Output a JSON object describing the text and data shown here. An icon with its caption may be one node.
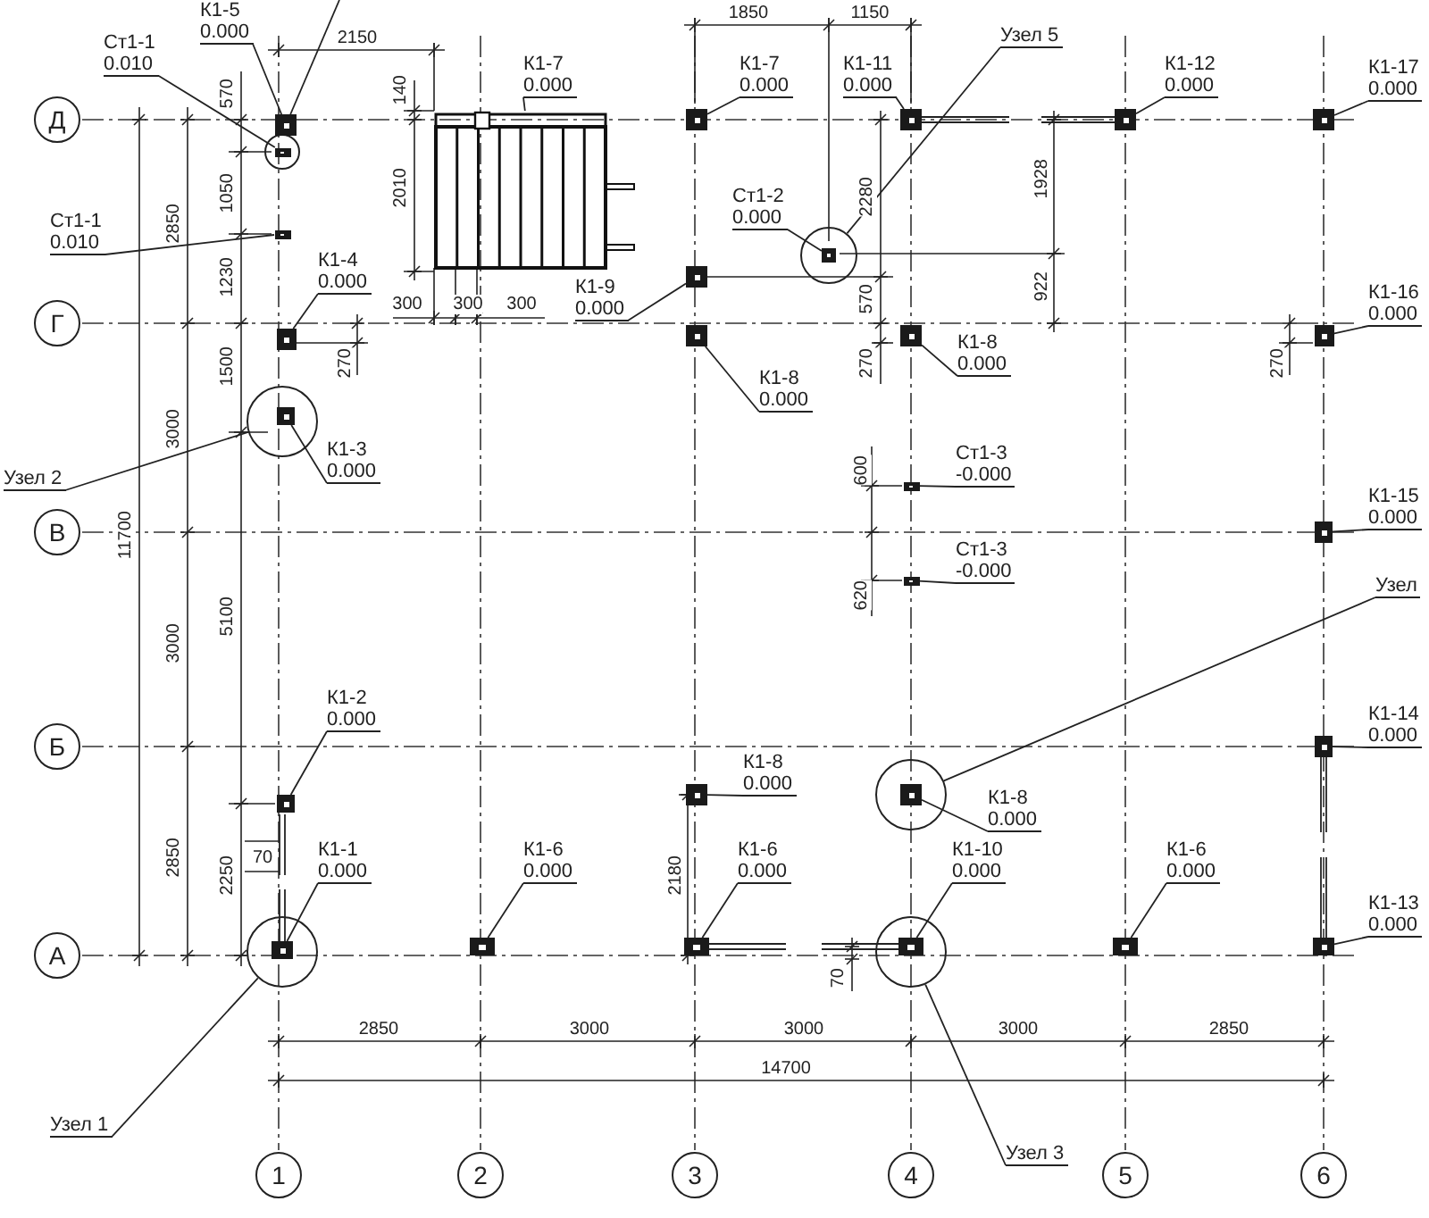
{
  "diagram": {
    "nodes": [
      {
        "text": [
          "Д"
        ]
      },
      {
        "text": [
          "Г"
        ]
      },
      {
        "text": [
          "В"
        ]
      },
      {
        "text": [
          "Б"
        ]
      },
      {
        "text": [
          "А"
        ]
      },
      {
        "text": [
          "1"
        ]
      },
      {
        "text": [
          "2"
        ]
      },
      {
        "text": [
          "3"
        ]
      },
      {
        "text": [
          "4"
        ]
      },
      {
        "text": [
          "5"
        ]
      },
      {
        "text": [
          "6"
        ]
      },
      {
        "text": [
          "К1-5",
          "0.000"
        ]
      },
      {
        "text": [],
        "shape": "box"
      },
      {
        "text": [
          "Узел 5"
        ]
      },
      {
        "text": [],
        "shape": "circle"
      },
      {
        "text": [],
        "shape": "box",
        "in": 14
      },
      {
        "text": [
          "К1-7",
          "0.000"
        ]
      },
      {
        "text": [],
        "shape": "box"
      },
      {
        "text": [
          "К1-11",
          "0.000"
        ]
      },
      {
        "text": [],
        "shape": "box"
      },
      {
        "text": [
          "К1-12",
          "0.000"
        ]
      },
      {
        "text": [],
        "shape": "box"
      },
      {
        "text": [
          "К1-7",
          "0.000"
        ]
      },
      {
        "text": [],
        "shape": "box"
      },
      {
        "text": [
          "К1-17",
          "0.000"
        ]
      },
      {
        "text": [],
        "shape": "box"
      },
      {
        "text": [
          "Ст1-1",
          "0.010"
        ]
      },
      {
        "text": [],
        "shape": "circle"
      },
      {
        "text": [],
        "shape": "box",
        "in": 27
      },
      {
        "text": [
          "Ст1-1",
          "0.010"
        ]
      },
      {
        "text": [],
        "shape": "box"
      },
      {
        "text": [
          "Ст1-2",
          "0.000"
        ]
      },
      {
        "text": [
          "К1-4",
          "0.000"
        ]
      },
      {
        "text": [],
        "shape": "box"
      },
      {
        "text": [
          "К1-9",
          "0.000"
        ]
      },
      {
        "text": [],
        "shape": "box"
      },
      {
        "text": [
          "К1-16",
          "0.000"
        ]
      },
      {
        "text": [],
        "shape": "box"
      },
      {
        "text": [
          "К1-8",
          "0.000"
        ]
      },
      {
        "text": [],
        "shape": "box"
      },
      {
        "text": [
          "К1-8",
          "0.000"
        ]
      },
      {
        "text": [],
        "shape": "box"
      },
      {
        "text": [
          "К1-3",
          "0.000"
        ]
      },
      {
        "text": [],
        "shape": "circle"
      },
      {
        "text": [],
        "shape": "box",
        "in": 43
      },
      {
        "text": [
          "Узел 2"
        ]
      },
      {
        "text": [
          "Ст1-3",
          "-0.000"
        ]
      },
      {
        "text": [],
        "shape": "box"
      },
      {
        "text": [
          "К1-15",
          "0.000"
        ]
      },
      {
        "text": [],
        "shape": "box"
      },
      {
        "text": [
          "Ст1-3",
          "-0.000"
        ]
      },
      {
        "text": [],
        "shape": "box"
      },
      {
        "text": [
          "Узел"
        ]
      },
      {
        "text": [],
        "shape": "circle"
      },
      {
        "text": [],
        "shape": "box",
        "in": 53
      },
      {
        "text": [
          "К1-2",
          "0.000"
        ]
      },
      {
        "text": [],
        "shape": "box"
      },
      {
        "text": [
          "К1-14",
          "0.000"
        ]
      },
      {
        "text": [],
        "shape": "box"
      },
      {
        "text": [
          "К1-8",
          "0.000"
        ]
      },
      {
        "text": [],
        "shape": "box"
      },
      {
        "text": [
          "К1-8",
          "0.000"
        ]
      },
      {
        "text": [
          "К1-1",
          "0.000"
        ]
      },
      {
        "text": [],
        "shape": "circle"
      },
      {
        "text": [],
        "shape": "box",
        "in": 63
      },
      {
        "text": [
          "К1-6",
          "0.000"
        ]
      },
      {
        "text": [],
        "shape": "box"
      },
      {
        "text": [
          "К1-6",
          "0.000"
        ]
      },
      {
        "text": [],
        "shape": "box"
      },
      {
        "text": [
          "К1-10",
          "0.000"
        ]
      },
      {
        "text": [],
        "shape": "circle"
      },
      {
        "text": [],
        "shape": "box",
        "in": 70
      },
      {
        "text": [
          "К1-6",
          "0.000"
        ]
      },
      {
        "text": [],
        "shape": "box"
      },
      {
        "text": [
          "К1-13",
          "0.000"
        ]
      },
      {
        "text": [],
        "shape": "box"
      },
      {
        "text": [
          "Узел 1"
        ]
      },
      {
        "text": [
          "Узел 3"
        ]
      }
    ],
    "edges": [
      {
        "from": 11,
        "to": 12,
        "arrow": "none"
      },
      {
        "from": null,
        "to": 12,
        "arrow": "none"
      },
      {
        "from": 13,
        "to": 14,
        "arrow": "none"
      },
      {
        "from": 16,
        "to": 17,
        "arrow": "none"
      },
      {
        "from": 18,
        "to": 19,
        "arrow": "none"
      },
      {
        "from": 20,
        "to": 21,
        "arrow": "none"
      },
      {
        "from": 22,
        "to": 23,
        "arrow": "none"
      },
      {
        "from": 24,
        "to": 25,
        "arrow": "none"
      },
      {
        "from": 26,
        "to": 28,
        "arrow": "none"
      },
      {
        "from": 29,
        "to": 30,
        "arrow": "none"
      },
      {
        "from": 31,
        "to": 15,
        "arrow": "none"
      },
      {
        "from": 32,
        "to": 33,
        "arrow": "none"
      },
      {
        "from": 34,
        "to": 35,
        "arrow": "none"
      },
      {
        "from": 36,
        "to": 37,
        "arrow": "none"
      },
      {
        "from": 38,
        "to": 39,
        "arrow": "none"
      },
      {
        "from": 40,
        "to": 41,
        "arrow": "none"
      },
      {
        "from": 42,
        "to": 44,
        "arrow": "none"
      },
      {
        "from": 45,
        "to": 43,
        "arrow": "none"
      },
      {
        "from": 46,
        "to": 47,
        "arrow": "none"
      },
      {
        "from": 48,
        "to": 49,
        "arrow": "none"
      },
      {
        "from": 50,
        "to": 51,
        "arrow": "none"
      },
      {
        "from": 52,
        "to": 53,
        "arrow": "none"
      },
      {
        "from": 55,
        "to": 56,
        "arrow": "none"
      },
      {
        "from": 57,
        "to": 58,
        "arrow": "none"
      },
      {
        "from": 59,
        "to": 60,
        "arrow": "none"
      },
      {
        "from": 61,
        "to": 54,
        "arrow": "none"
      },
      {
        "from": 62,
        "to": 64,
        "arrow": "none"
      },
      {
        "from": 65,
        "to": 66,
        "arrow": "none"
      },
      {
        "from": 67,
        "to": 68,
        "arrow": "none"
      },
      {
        "from": 69,
        "to": 71,
        "arrow": "none"
      },
      {
        "from": 72,
        "to": 73,
        "arrow": "none"
      },
      {
        "from": 74,
        "to": 75,
        "arrow": "none"
      },
      {
        "from": 76,
        "to": 63,
        "arrow": "none"
      },
      {
        "from": 77,
        "to": 70,
        "arrow": "none"
      }
    ],
    "labels": [
      "1850",
      "1150",
      "2150",
      "570",
      "140",
      "1050",
      "2010",
      "2280",
      "1928",
      "2850",
      "1230",
      "300",
      "300",
      "300",
      "570",
      "922",
      "1500",
      "270",
      "270",
      "270",
      "3000",
      "600",
      "11700",
      "620",
      "5100",
      "3000",
      "2850",
      "2250",
      "70",
      "2180",
      "70",
      "2850",
      "3000",
      "3000",
      "3000",
      "2850",
      "14700"
    ]
  }
}
